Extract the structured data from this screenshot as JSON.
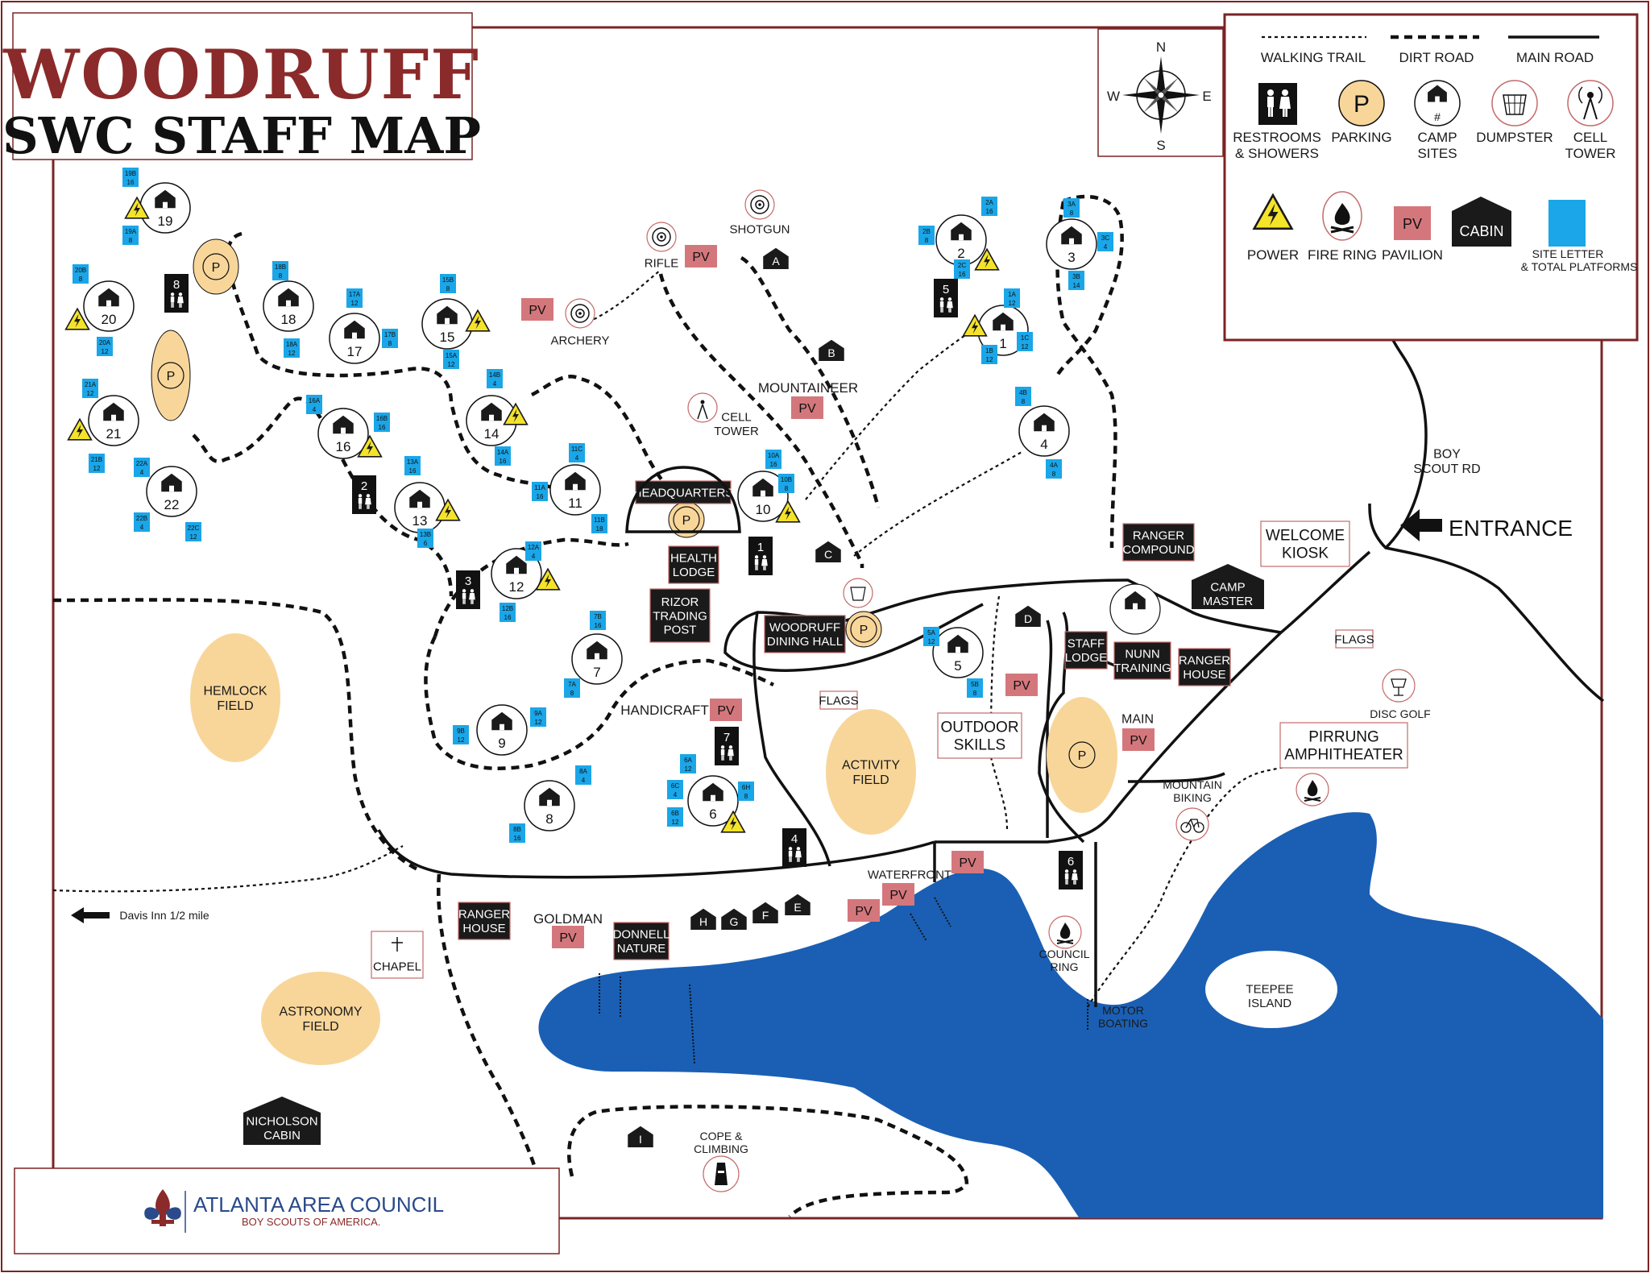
{
  "title": {
    "line1": "WOODRUFF",
    "line2": "SWC STAFF MAP"
  },
  "compass": {
    "n": "N",
    "s": "S",
    "e": "E",
    "w": "W"
  },
  "legend": {
    "walking_trail": "WALKING TRAIL",
    "dirt_road": "DIRT ROAD",
    "main_road": "MAIN ROAD",
    "restrooms": [
      "RESTROOMS",
      "& SHOWERS"
    ],
    "parking": "PARKING",
    "parking_symbol": "P",
    "camp_sites": [
      "CAMP",
      "SITES"
    ],
    "camp_symbol": "#",
    "dumpster": "DUMPSTER",
    "cell_tower": [
      "CELL",
      "TOWER"
    ],
    "power": "POWER",
    "fire_ring": "FIRE RING",
    "pavilion": "PAVILION",
    "pavilion_symbol": "PV",
    "cabin": "CABIN",
    "site_letter": [
      "SITE LETTER",
      "& TOTAL PLATFORMS"
    ]
  },
  "colors": {
    "brand_red": "#8b2a2a",
    "border": "#7a2424",
    "lake": "#1a5fb4",
    "field": "#f8d69a",
    "pavilion": "#d4777c",
    "site_tag": "#1aa6e8",
    "power": "#f5e32a"
  },
  "fields": [
    {
      "lines": [
        "HEMLOCK",
        "FIELD"
      ]
    },
    {
      "lines": [
        "ACTIVITY",
        "FIELD"
      ]
    },
    {
      "lines": [
        "ASTRONOMY",
        "FIELD"
      ]
    }
  ],
  "lake": {
    "island": [
      "TEEPEE",
      "ISLAND"
    ]
  },
  "dark_labels": [
    {
      "lines": [
        "HEADQUARTERS"
      ]
    },
    {
      "lines": [
        "HEALTH",
        "LODGE"
      ]
    },
    {
      "lines": [
        "RIZOR",
        "TRADING",
        "POST"
      ]
    },
    {
      "lines": [
        "WOODRUFF",
        "DINING HALL"
      ]
    },
    {
      "lines": [
        "RANGER",
        "COMPOUND"
      ]
    },
    {
      "lines": [
        "STAFF",
        "LODGE"
      ]
    },
    {
      "lines": [
        "NUNN",
        "TRAINING"
      ]
    },
    {
      "lines": [
        "RANGER",
        "HOUSE"
      ]
    },
    {
      "lines": [
        "RANGER",
        "HOUSE"
      ]
    },
    {
      "lines": [
        "DONNELL",
        "NATURE"
      ]
    }
  ],
  "outlined_labels": [
    {
      "lines": [
        "WELCOME",
        "KIOSK"
      ]
    },
    {
      "lines": [
        "OUTDOOR",
        "SKILLS"
      ]
    },
    {
      "lines": [
        "PIRRUNG",
        "AMPHITHEATER"
      ]
    },
    {
      "lines": [
        "FLAGS"
      ]
    },
    {
      "lines": [
        "FLAGS"
      ]
    },
    {
      "lines": [
        "CHAPEL"
      ]
    }
  ],
  "cabin_labels": [
    {
      "lines": [
        "CAMP",
        "MASTER"
      ]
    },
    {
      "lines": [
        "NICHOLSON",
        "CABIN"
      ]
    }
  ],
  "plain_labels": [
    {
      "lines": [
        "SHOTGUN"
      ]
    },
    {
      "lines": [
        "RIFLE"
      ]
    },
    {
      "lines": [
        "ARCHERY"
      ]
    },
    {
      "lines": [
        "MOUNTAINEER"
      ]
    },
    {
      "lines": [
        "CELL",
        "TOWER"
      ]
    },
    {
      "lines": [
        "BOY",
        "SCOUT RD"
      ]
    },
    {
      "lines": [
        "HANDICRAFT"
      ]
    },
    {
      "lines": [
        "MAIN"
      ]
    },
    {
      "lines": [
        "MOUNTAIN",
        "BIKING"
      ]
    },
    {
      "lines": [
        "DISC GOLF"
      ]
    },
    {
      "lines": [
        "WATERFRONT"
      ]
    },
    {
      "lines": [
        "GOLDMAN"
      ]
    },
    {
      "lines": [
        "COUNCIL",
        "RING"
      ]
    },
    {
      "lines": [
        "MOTOR",
        "BOATING"
      ]
    },
    {
      "lines": [
        "COPE &",
        "CLIMBING"
      ]
    },
    {
      "lines": [
        "Davis Inn 1/2 mile"
      ]
    },
    {
      "lines": [
        "STAFF"
      ]
    }
  ],
  "entrance": "ENTRANCE",
  "pavilion_text": "PV",
  "campsites": [
    {
      "num": "19",
      "tags": [
        [
          "19B",
          "16"
        ],
        [
          "19A",
          "8"
        ]
      ]
    },
    {
      "num": "20",
      "tags": [
        [
          "20B",
          "8"
        ],
        [
          "20A",
          "12"
        ]
      ]
    },
    {
      "num": "21",
      "tags": [
        [
          "21A",
          "12"
        ],
        [
          "21B",
          "12"
        ]
      ]
    },
    {
      "num": "22",
      "tags": [
        [
          "22A",
          "4"
        ],
        [
          "22B",
          "4"
        ],
        [
          "22C",
          "12"
        ]
      ]
    },
    {
      "num": "18",
      "tags": [
        [
          "18B",
          "8"
        ],
        [
          "18A",
          "12"
        ]
      ]
    },
    {
      "num": "17",
      "tags": [
        [
          "17A",
          "12"
        ],
        [
          "17B",
          "8"
        ]
      ]
    },
    {
      "num": "15",
      "tags": [
        [
          "15B",
          "8"
        ],
        [
          "15A",
          "12"
        ]
      ]
    },
    {
      "num": "16",
      "tags": [
        [
          "16A",
          "4"
        ],
        [
          "16B",
          "16"
        ]
      ]
    },
    {
      "num": "14",
      "tags": [
        [
          "14B",
          "4"
        ],
        [
          "14A",
          "16"
        ]
      ]
    },
    {
      "num": "13",
      "tags": [
        [
          "13A",
          "16"
        ],
        [
          "13B",
          "6"
        ]
      ]
    },
    {
      "num": "11",
      "tags": [
        [
          "11C",
          "4"
        ],
        [
          "11A",
          "16"
        ],
        [
          "11B",
          "18"
        ]
      ]
    },
    {
      "num": "12",
      "tags": [
        [
          "12A",
          "4"
        ],
        [
          "12B",
          "16"
        ]
      ]
    },
    {
      "num": "7",
      "tags": [
        [
          "7B",
          "16"
        ],
        [
          "7A",
          "8"
        ]
      ]
    },
    {
      "num": "9",
      "tags": [
        [
          "9A",
          "12"
        ],
        [
          "9B",
          "12"
        ]
      ]
    },
    {
      "num": "8",
      "tags": [
        [
          "8A",
          "4"
        ],
        [
          "8B",
          "16"
        ]
      ]
    },
    {
      "num": "6",
      "tags": [
        [
          "6A",
          "12"
        ],
        [
          "6C",
          "4"
        ],
        [
          "6H",
          "8"
        ],
        [
          "6B",
          "12"
        ]
      ]
    },
    {
      "num": "10",
      "tags": [
        [
          "10A",
          "16"
        ],
        [
          "10B",
          "8"
        ]
      ]
    },
    {
      "num": "2",
      "tags": [
        [
          "2A",
          "16"
        ],
        [
          "2B",
          "8"
        ],
        [
          "2C",
          "16"
        ]
      ]
    },
    {
      "num": "3",
      "tags": [
        [
          "3A",
          "8"
        ],
        [
          "3C",
          "4"
        ],
        [
          "3B",
          "14"
        ]
      ]
    },
    {
      "num": "1",
      "tags": [
        [
          "1A",
          "12"
        ],
        [
          "1B",
          "12"
        ],
        [
          "1C",
          "12"
        ]
      ]
    },
    {
      "num": "4",
      "tags": [
        [
          "4B",
          "8"
        ],
        [
          "4A",
          "8"
        ]
      ]
    },
    {
      "num": "5",
      "tags": [
        [
          "5A",
          "12"
        ],
        [
          "5B",
          "8"
        ]
      ]
    }
  ],
  "restroom_numbers": [
    "8",
    "5",
    "2",
    "3",
    "1",
    "7",
    "4",
    "6"
  ],
  "site_letters": [
    "A",
    "B",
    "C",
    "D",
    "E",
    "F",
    "G",
    "H",
    "I"
  ],
  "footer": {
    "org": "ATLANTA AREA COUNCIL",
    "sub": "BOY SCOUTS OF AMERICA."
  },
  "icon_names": [
    "restroom-icon",
    "parking-icon",
    "campsite-icon",
    "dumpster-icon",
    "cell-tower-icon",
    "power-icon",
    "fire-ring-icon",
    "target-icon",
    "cross-icon",
    "disc-golf-icon",
    "bike-icon",
    "lighthouse-icon",
    "compass-rose-icon",
    "arrow-left-icon",
    "fleur-de-lis-icon"
  ]
}
